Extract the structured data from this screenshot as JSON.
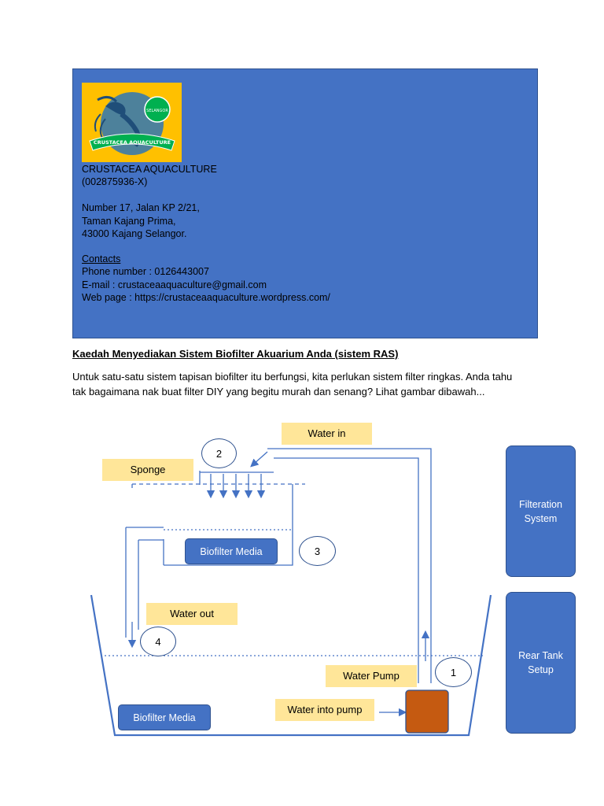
{
  "header": {
    "logo_text": "CRUSTACEA AQUACULTURE",
    "logo_badge": "SELANGOR",
    "company_name": "CRUSTACEA AQUACULTURE",
    "registration": "(002875936-X)",
    "address_line1": "Number 17, Jalan KP 2/21,",
    "address_line2": "Taman Kajang Prima,",
    "address_line3": "43000 Kajang Selangor.",
    "contacts_heading": "Contacts",
    "phone": "Phone number : 0126443007",
    "email": "E-mail : crustaceaaquaculture@gmail.com",
    "web": "Web page : https://crustaceaaquaculture.wordpress.com/"
  },
  "article": {
    "heading": "Kaedah Menyediakan Sistem Biofilter Akuarium Anda (sistem RAS)",
    "paragraph_line1": "Untuk satu-satu sistem tapisan biofilter itu berfungsi, kita perlukan sistem filter ringkas. Anda tahu",
    "paragraph_line2": "tak bagaimana nak buat filter DIY yang begitu murah dan senang? Lihat gambar dibawah..."
  },
  "diagram": {
    "water_in": "Water in",
    "sponge": "Sponge",
    "biofilter_media_top": "Biofilter Media",
    "water_out": "Water out",
    "water_pump": "Water Pump",
    "water_into_pump": "Water into pump",
    "biofilter_media_bottom": "Biofilter Media",
    "step1": "1",
    "step2": "2",
    "step3": "3",
    "step4": "4",
    "filteration_line1": "Filteration",
    "filteration_line2": "System",
    "rear_line1": "Rear Tank",
    "rear_line2": "Setup"
  },
  "colors": {
    "header_blue": "#4472c4",
    "logo_yellow": "#ffc000",
    "label_yellow": "#ffe699",
    "pump_orange": "#c55a11",
    "line_blue": "#4472c4"
  }
}
